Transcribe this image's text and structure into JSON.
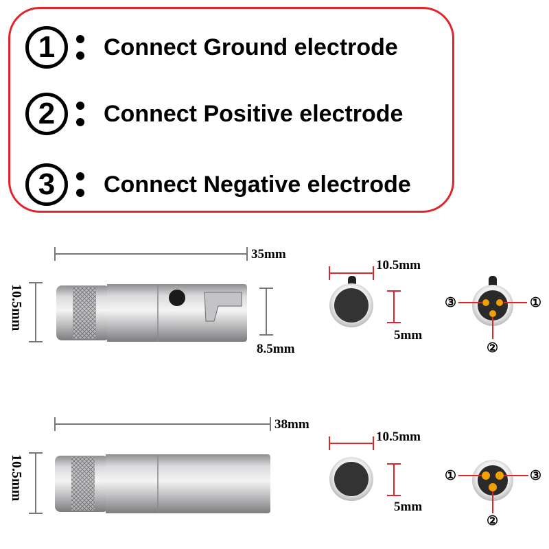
{
  "legend": {
    "items": [
      {
        "number": "1",
        "text": "Connect Ground electrode"
      },
      {
        "number": "2",
        "text": "Connect Positive electrode"
      },
      {
        "number": "3",
        "text": "Connect Negative electrode"
      }
    ],
    "border_color": "#e0242a"
  },
  "connector_female": {
    "length": "35mm",
    "diameter": "10.5mm",
    "tail_diameter": "8.5mm",
    "face_width": "10.5mm",
    "face_height": "5mm",
    "pins": {
      "left": "③",
      "right": "①",
      "bottom": "②"
    }
  },
  "connector_male": {
    "length": "38mm",
    "diameter": "10.5mm",
    "face_width": "10.5mm",
    "face_height": "5mm",
    "pins": {
      "left": "①",
      "right": "③",
      "bottom": "②"
    }
  },
  "colors": {
    "dimension_line": "#e0242a",
    "pin": "#f2a000",
    "metal": "#c9c9cb"
  }
}
